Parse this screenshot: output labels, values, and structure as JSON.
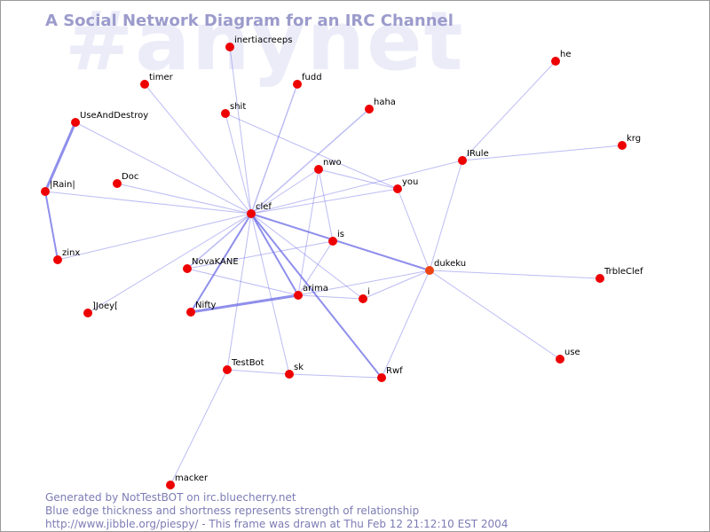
{
  "watermark": "#anynet",
  "title": "A Social Network Diagram for an IRC Channel",
  "footer": {
    "line1": "Generated by NotTestBOT on irc.bluecherry.net",
    "line2": "Blue edge thickness and shortness represents strength of relationship",
    "line3": "http://www.jibble.org/piespy/ - This frame was drawn at Thu Feb 12 21:12:10 EST 2004"
  },
  "colors": {
    "node": "#ee0000",
    "node_active": "#ee4411",
    "edge": "#6a6ae6",
    "title": "#9b9bcc",
    "watermark": "#ececf9",
    "footer": "#7c7cb5"
  },
  "nodes": [
    "inertiacreeps",
    "fudd",
    "timer",
    "he",
    "UseAndDestroy",
    "shit",
    "haha",
    "krg",
    "IRule",
    "nwo",
    "Doc",
    "you",
    "|Rain|",
    "clef",
    "is",
    "zinx",
    "dukeku",
    "NovaKANE",
    "TrbleClef",
    "arima",
    "i",
    "]Joey[",
    "Nifty",
    "use",
    "TestBot",
    "sk",
    "Rwf",
    "macker"
  ],
  "active_node": "dukeku",
  "edges": [
    {
      "a": "UseAndDestroy",
      "b": "|Rain|",
      "w": 3
    },
    {
      "a": "|Rain|",
      "b": "zinx",
      "w": 2
    },
    {
      "a": "Nifty",
      "b": "arima",
      "w": 3
    },
    {
      "a": "clef",
      "b": "dukeku",
      "w": 2
    },
    {
      "a": "clef",
      "b": "arima",
      "w": 2
    },
    {
      "a": "clef",
      "b": "Nifty",
      "w": 2
    },
    {
      "a": "clef",
      "b": "Rwf",
      "w": 2
    },
    {
      "a": "clef",
      "b": "NovaKANE",
      "w": 1.5
    },
    {
      "a": "clef",
      "b": "haha",
      "w": 1.5
    },
    {
      "a": "clef",
      "b": "fudd",
      "w": 1.5
    },
    {
      "a": "clef",
      "b": "shit",
      "w": 1
    },
    {
      "a": "clef",
      "b": "inertiacreeps",
      "w": 1
    },
    {
      "a": "clef",
      "b": "timer",
      "w": 1
    },
    {
      "a": "clef",
      "b": "UseAndDestroy",
      "w": 1
    },
    {
      "a": "clef",
      "b": "Doc",
      "w": 1
    },
    {
      "a": "clef",
      "b": "|Rain|",
      "w": 1
    },
    {
      "a": "clef",
      "b": "zinx",
      "w": 1
    },
    {
      "a": "clef",
      "b": "]Joey[",
      "w": 1
    },
    {
      "a": "clef",
      "b": "TestBot",
      "w": 1
    },
    {
      "a": "clef",
      "b": "sk",
      "w": 1
    },
    {
      "a": "clef",
      "b": "nwo",
      "w": 1
    },
    {
      "a": "clef",
      "b": "you",
      "w": 1
    },
    {
      "a": "clef",
      "b": "IRule",
      "w": 1
    },
    {
      "a": "clef",
      "b": "i",
      "w": 1
    },
    {
      "a": "shit",
      "b": "you",
      "w": 1
    },
    {
      "a": "nwo",
      "b": "you",
      "w": 1
    },
    {
      "a": "nwo",
      "b": "arima",
      "w": 1
    },
    {
      "a": "nwo",
      "b": "is",
      "w": 1
    },
    {
      "a": "is",
      "b": "arima",
      "w": 1
    },
    {
      "a": "is",
      "b": "NovaKANE",
      "w": 1
    },
    {
      "a": "NovaKANE",
      "b": "arima",
      "w": 1
    },
    {
      "a": "arima",
      "b": "i",
      "w": 1
    },
    {
      "a": "arima",
      "b": "dukeku",
      "w": 1
    },
    {
      "a": "i",
      "b": "dukeku",
      "w": 1
    },
    {
      "a": "you",
      "b": "dukeku",
      "w": 1
    },
    {
      "a": "dukeku",
      "b": "IRule",
      "w": 1
    },
    {
      "a": "dukeku",
      "b": "TrbleClef",
      "w": 1
    },
    {
      "a": "dukeku",
      "b": "use",
      "w": 1
    },
    {
      "a": "dukeku",
      "b": "Rwf",
      "w": 1
    },
    {
      "a": "IRule",
      "b": "he",
      "w": 1
    },
    {
      "a": "IRule",
      "b": "krg",
      "w": 1
    },
    {
      "a": "TestBot",
      "b": "sk",
      "w": 1
    },
    {
      "a": "sk",
      "b": "Rwf",
      "w": 1
    },
    {
      "a": "TestBot",
      "b": "macker",
      "w": 1
    }
  ]
}
